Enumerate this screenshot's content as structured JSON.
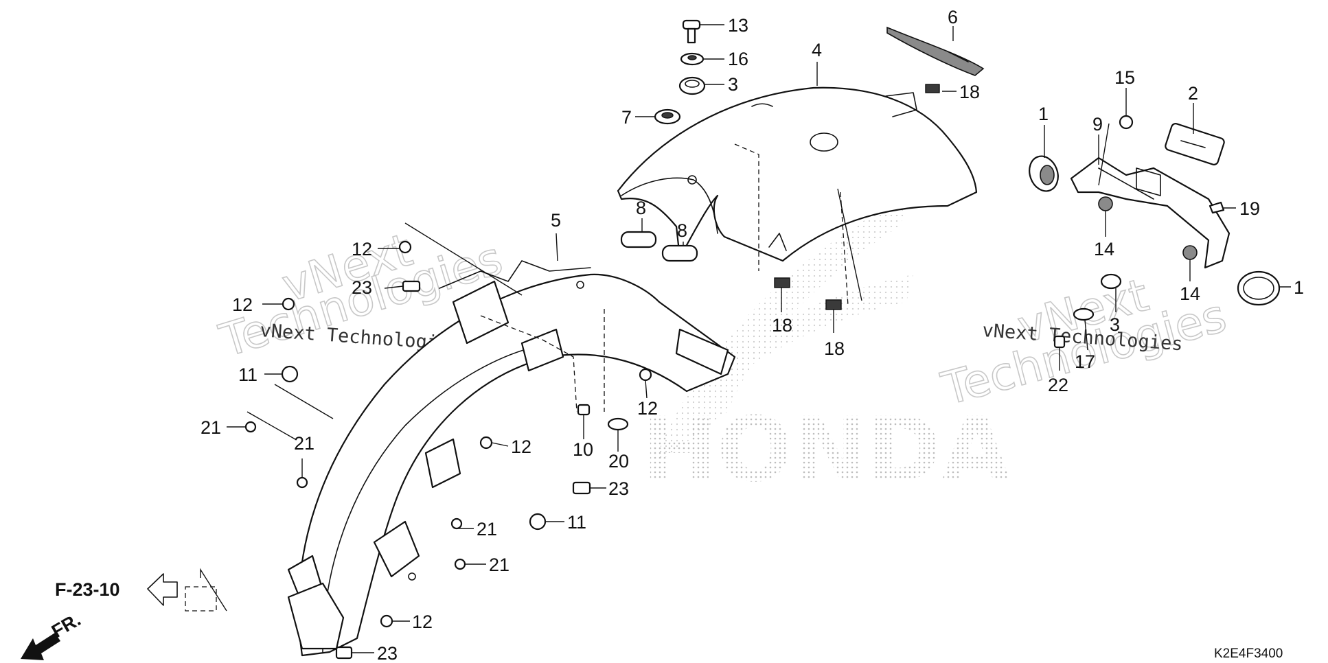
{
  "diagram": {
    "code": "K2E4F3400",
    "reference": "F-23-10",
    "front_marker": "FR.",
    "brand_mark": "HONDA",
    "watermark": "vNext Technologies",
    "watermark_line1": "vNext",
    "watermark_line2": "Technologies",
    "callouts": {
      "c1a": "1",
      "c1b": "1",
      "c2": "2",
      "c3a": "3",
      "c3b": "3",
      "c4": "4",
      "c5": "5",
      "c6": "6",
      "c7": "7",
      "c8a": "8",
      "c8b": "8",
      "c9": "9",
      "c10": "10",
      "c11a": "11",
      "c11b": "11",
      "c12a": "12",
      "c12b": "12",
      "c12c": "12",
      "c12d": "12",
      "c12e": "12",
      "c13": "13",
      "c14a": "14",
      "c14b": "14",
      "c15": "15",
      "c16": "16",
      "c17": "17",
      "c18a": "18",
      "c18b": "18",
      "c18c": "18",
      "c19": "19",
      "c20": "20",
      "c21a": "21",
      "c21b": "21",
      "c21c": "21",
      "c21d": "21",
      "c22": "22",
      "c23a": "23",
      "c23b": "23",
      "c23c": "23"
    }
  }
}
